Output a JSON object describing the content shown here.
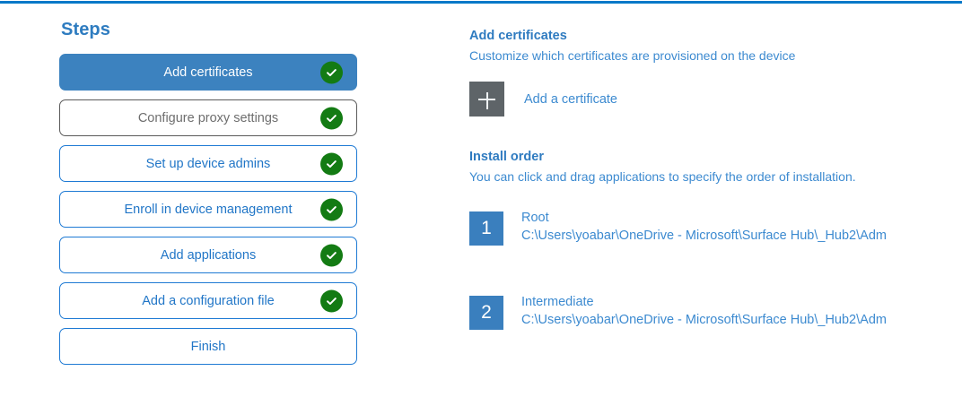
{
  "accent_colors": {
    "top_rule": "#0078c8",
    "active_step_bg": "#3c82bf",
    "step_border": "#1e7ad4",
    "visited_step_border": "#5a5a5a",
    "check_green": "#137b13",
    "badge_blue": "#3a7fbe",
    "plus_tile_gray": "#5e6468",
    "heading_blue": "#2f7bc0",
    "link_blue": "#3c8ad0"
  },
  "steps_panel": {
    "heading": "Steps",
    "items": [
      {
        "label": "Add certificates",
        "state": "active",
        "completed": true,
        "check_icon": "check-circle-icon"
      },
      {
        "label": "Configure proxy settings",
        "state": "visited",
        "completed": true,
        "check_icon": "check-circle-icon"
      },
      {
        "label": "Set up device admins",
        "state": "default",
        "completed": true,
        "check_icon": "check-circle-icon"
      },
      {
        "label": "Enroll in device management",
        "state": "default",
        "completed": true,
        "check_icon": "check-circle-icon"
      },
      {
        "label": "Add applications",
        "state": "default",
        "completed": true,
        "check_icon": "check-circle-icon"
      },
      {
        "label": "Add a configuration file",
        "state": "default",
        "completed": true,
        "check_icon": "check-circle-icon"
      },
      {
        "label": "Finish",
        "state": "default",
        "completed": false,
        "check_icon": ""
      }
    ]
  },
  "detail_pane": {
    "title": "Add certificates",
    "subtitle": "Customize which certificates are provisioned on the device",
    "add_certificate": {
      "icon": "plus-icon",
      "label": "Add a certificate"
    },
    "install_order": {
      "title": "Install order",
      "subtitle": "You can click and drag applications to specify the order of installation.",
      "items": [
        {
          "number": "1",
          "name": "Root",
          "path": "C:\\Users\\yoabar\\OneDrive - Microsoft\\Surface Hub\\_Hub2\\Adm"
        },
        {
          "number": "2",
          "name": "Intermediate",
          "path": "C:\\Users\\yoabar\\OneDrive - Microsoft\\Surface Hub\\_Hub2\\Adm"
        }
      ]
    }
  }
}
